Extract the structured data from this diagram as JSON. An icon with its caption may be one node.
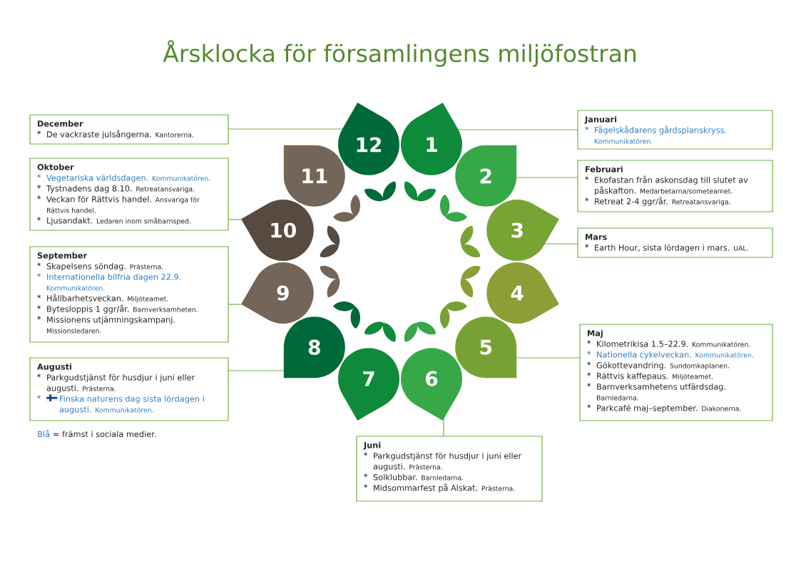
{
  "diagram": {
    "title": "Årsklocka för församlingens miljöfostran",
    "nodes": [
      {
        "text": [
          "1"
        ]
      },
      {
        "text": [
          "2"
        ]
      },
      {
        "text": [
          "3"
        ]
      },
      {
        "text": [
          "4"
        ]
      },
      {
        "text": [
          "5"
        ]
      },
      {
        "text": [
          "6"
        ]
      },
      {
        "text": [
          "7"
        ]
      },
      {
        "text": [
          "8"
        ]
      },
      {
        "text": [
          "9"
        ]
      },
      {
        "text": [
          "10"
        ]
      },
      {
        "text": [
          "11"
        ]
      },
      {
        "text": [
          "12"
        ]
      },
      {
        "text": [
          "Januari",
          "Fågelskådarens gårdsplanskryss.",
          "Kommunikatören."
        ]
      },
      {
        "text": [
          "Februari",
          "Ekofastan från askonsdag till slutet av påskafton.",
          "Medarbetarna/someteamet.",
          "Retreat 2-4 ggr/år.",
          "Retreatansvariga."
        ]
      },
      {
        "text": [
          "Mars",
          "Earth Hour, sista lördagen i mars.",
          "UAL."
        ]
      },
      {
        "text": [
          "Maj",
          "Kilometrikisa 1.5–22.9.",
          "Kommunikatören.",
          "Nationella cykelveckan.",
          "Kommunikatören.",
          "Gökottevandring.",
          "Sundomkaplanen.",
          "Rättvis kaffepaus.",
          "Miljöteamet.",
          "Barnverksamhetens utfärdsdag.",
          "Barnledarna.",
          "Parkcafé maj–september.",
          "Diakonerna."
        ]
      },
      {
        "text": [
          "Juni",
          "Parkgudstjänst för husdjur i juni eller augusti.",
          "Prästerna.",
          "Solklubbar.",
          "Barnledarna.",
          "Midsommarfest på Alskat.",
          "Prästerna."
        ]
      },
      {
        "text": [
          "Augusti",
          "Parkgudstjänst för husdjur i juni eller augusti.",
          "Prästerna.",
          "Finska naturens dag sista lördagen i augusti.",
          "Kommunikatören."
        ]
      },
      {
        "text": [
          "September",
          "Skapelsens söndag.",
          "Prästerna.",
          "Internationella bilfria dagen 22.9.",
          "Kommunikatören.",
          "Hållbarhetsveckan.",
          "Miljöteamet.",
          "Bytesloppis 1 ggr/år.",
          "Barnverksamheten.",
          "Missionens utjämningskampanj.",
          "Missionsledaren."
        ]
      },
      {
        "text": [
          "Oktober",
          "Vegetariska världsdagen.",
          "Kommunikatören.",
          "Tystnadens dag 8.10.",
          "Retreatansvariga.",
          "Veckan för Rättvis handel.",
          "Ansvariga för Rättvis handel.",
          "Ljusandakt.",
          "Ledaren inom småbarnsped."
        ]
      },
      {
        "text": [
          "December",
          "De vackraste julsångerna.",
          "Kantorerna."
        ]
      }
    ],
    "edges": [
      {
        "from": 0,
        "to": 12,
        "arrow": "none"
      },
      {
        "from": 1,
        "to": 13,
        "arrow": "none"
      },
      {
        "from": 2,
        "to": 14,
        "arrow": "none"
      },
      {
        "from": 4,
        "to": 15,
        "arrow": "none"
      },
      {
        "from": 5,
        "to": 16,
        "arrow": "none"
      },
      {
        "from": 7,
        "to": 17,
        "arrow": "none"
      },
      {
        "from": 8,
        "to": 18,
        "arrow": "none"
      },
      {
        "from": 9,
        "to": 19,
        "arrow": "none"
      },
      {
        "from": 11,
        "to": 20,
        "arrow": "none"
      }
    ],
    "labels": [
      "Blå"
    ],
    "legend": [
      {
        "text": "= främst i sociala medier.",
        "color": "#2F7DC1"
      }
    ]
  }
}
